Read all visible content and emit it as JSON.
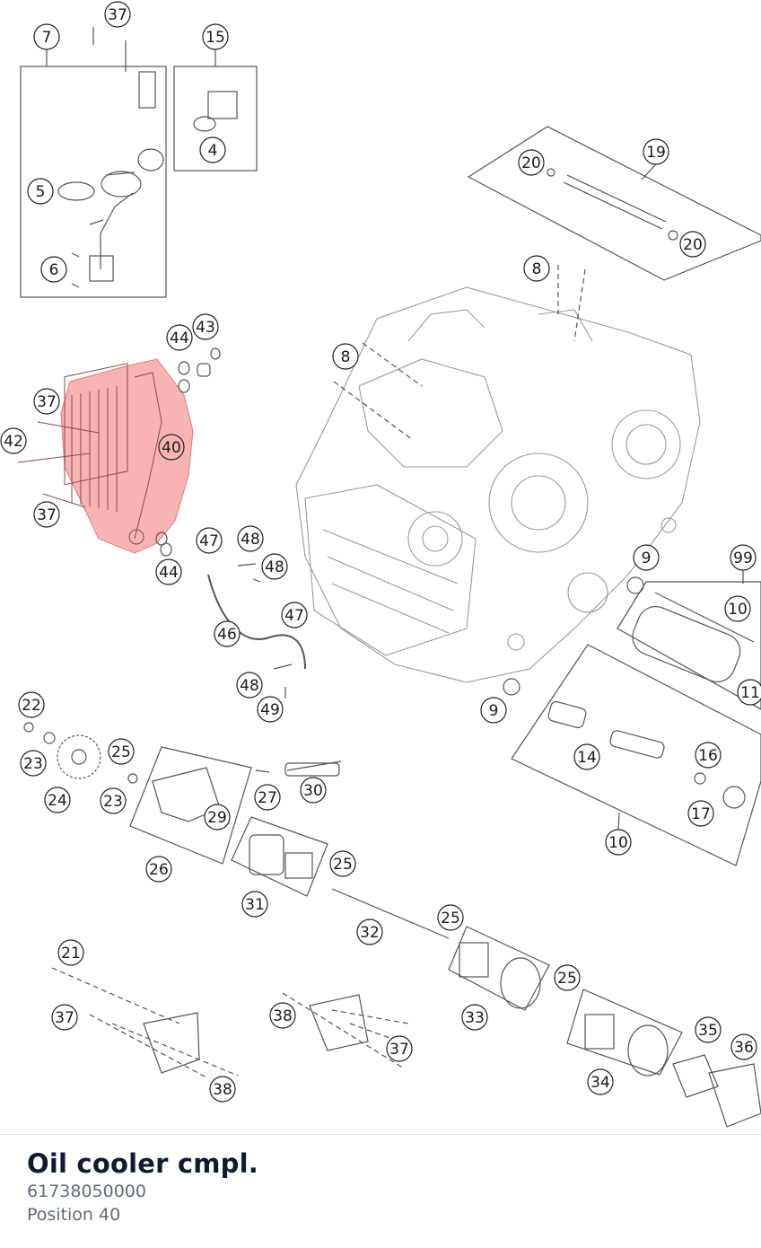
{
  "diagram": {
    "highlight_color": "#f59a9a",
    "callout_numbers": [
      "7",
      "37",
      "15",
      "4",
      "5",
      "6",
      "20",
      "19",
      "20",
      "8",
      "44",
      "43",
      "37",
      "8",
      "42",
      "40",
      "37",
      "44",
      "47",
      "48",
      "48",
      "9",
      "99",
      "10",
      "46",
      "47",
      "48",
      "49",
      "9",
      "11",
      "22",
      "25",
      "23",
      "24",
      "23",
      "27",
      "30",
      "29",
      "14",
      "16",
      "17",
      "26",
      "25",
      "10",
      "31",
      "32",
      "25",
      "21",
      "33",
      "25",
      "37",
      "38",
      "35",
      "36",
      "37",
      "38",
      "34"
    ]
  },
  "selected_part": {
    "title": "Oil cooler cmpl.",
    "part_number": "61738050000",
    "position": "Position 40"
  }
}
